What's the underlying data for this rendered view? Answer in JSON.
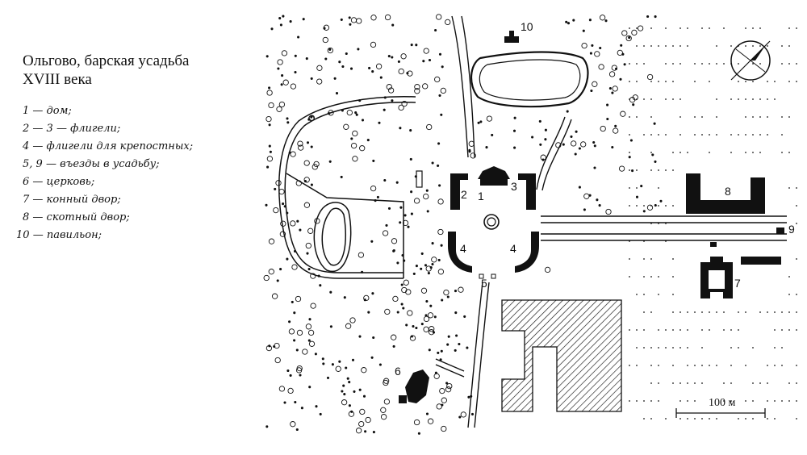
{
  "legend": {
    "title_line1": "Ольгово, барская усадьба",
    "title_line2": "XVIII века",
    "items": [
      {
        "num": "1",
        "text": "— дом;"
      },
      {
        "num": "2 — 3",
        "text": "— флигели;"
      },
      {
        "num": "4",
        "text": "— флигели для крепостных;"
      },
      {
        "num": "5, 9",
        "text": "— въезды в усадьбу;"
      },
      {
        "num": "6",
        "text": "— церковь;"
      },
      {
        "num": "7",
        "text": "— конный двор;"
      },
      {
        "num": "8",
        "text": "— скотный двор;"
      },
      {
        "num": "10",
        "text": "— павильон;"
      }
    ]
  },
  "map": {
    "labels": {
      "l1": "1",
      "l2": "2",
      "l3": "3",
      "l4a": "4",
      "l4b": "4",
      "l5": "5",
      "l6": "6",
      "l7": "7",
      "l8": "8",
      "l9": "9",
      "l10": "10"
    },
    "scale_label": "100 м",
    "colors": {
      "ink": "#111111",
      "paper": "#ffffff"
    },
    "icons": [
      "compass-rose-icon",
      "scale-bar"
    ]
  }
}
